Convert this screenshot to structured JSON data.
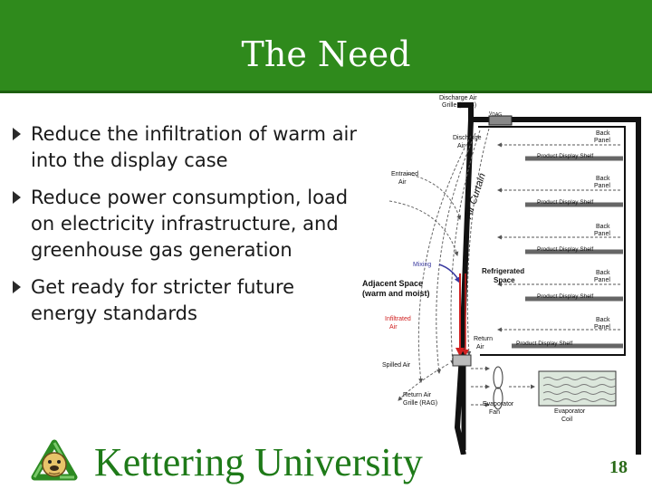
{
  "slide": {
    "title": "The Need",
    "bullets": [
      "Reduce the infiltration of warm air into the display case",
      "Reduce power consumption, load on electricity infrastructure, and greenhouse gas generation",
      "Get ready for stricter future energy standards"
    ],
    "footer_text": "Kettering University",
    "page_number": "18"
  },
  "diagram": {
    "discharge_air_grille": [
      "Discharge Air",
      "Grille (DAG)"
    ],
    "v_dag": "V",
    "v_dag_sub": "DAG",
    "discharge_air": [
      "Discharge",
      "Air"
    ],
    "air_curtain": "Air Curtain",
    "entrained_air": [
      "Entrained",
      "Air"
    ],
    "mixing": "Mixing",
    "adjacent_space": [
      "Adjacent Space",
      "(warm and moist)"
    ],
    "infiltrated_air": [
      "Infiltrated",
      "Air"
    ],
    "spilled_air": "Spilled Air",
    "return_air_grille": [
      "Return Air",
      "Grille (RAG)"
    ],
    "refrigerated_space": [
      "Refrigerated",
      "Space"
    ],
    "return_air": [
      "Return",
      "Air"
    ],
    "back_panel": [
      "Back",
      "Panel"
    ],
    "product_display_shelf": "Product Display Shelf",
    "evaporator_fan": [
      "Evaporator",
      "Fan"
    ],
    "evaporator_coil": [
      "Evaporator",
      "Coil"
    ]
  },
  "colors": {
    "header_green": "#2f8a1c",
    "brand_green": "#1e7a18",
    "mixing_blue": "#3a3aa0",
    "infiltrated_red": "#d02020"
  }
}
